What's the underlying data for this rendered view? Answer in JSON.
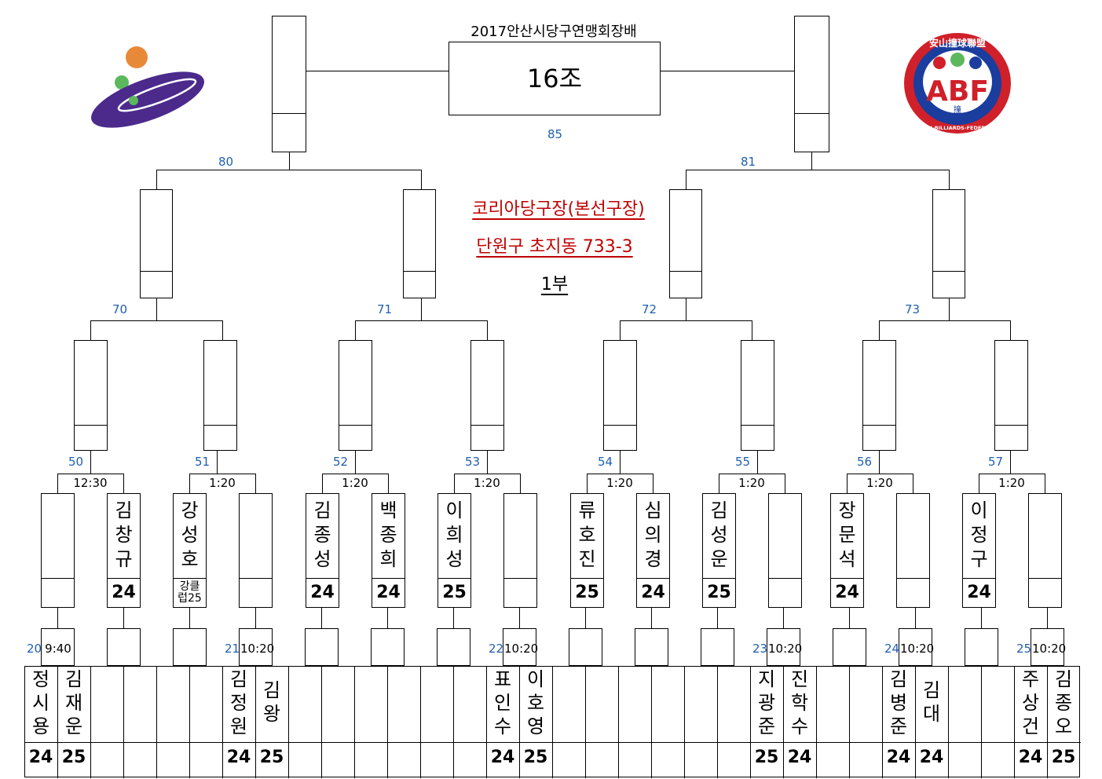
{
  "header": {
    "event_title": "2017안산시당구연맹회장배",
    "group": "16조",
    "venue": "코리아당구장(본선구장)",
    "address": "단원구 초지동 733-3",
    "part": "1부"
  },
  "logos": {
    "left_logo_colors": [
      "#e8893a",
      "#5cb85c",
      "#4b2a8c"
    ],
    "right_logo": {
      "monogram": "ABF",
      "top_text": "安山撞球聯盟",
      "bottom_text": "ANSAN-BILLIARDS-FEDERATION",
      "center_mark": "撞",
      "ring_color": "#d0202a",
      "inner_color": "#1a3d9e"
    }
  },
  "match_numbers": {
    "final": "85",
    "semis": [
      "80",
      "81"
    ],
    "quarters": [
      "70",
      "71",
      "72",
      "73"
    ],
    "round16": [
      "50",
      "51",
      "52",
      "53",
      "54",
      "55",
      "56",
      "57"
    ],
    "round32": [
      "20",
      "21",
      "22",
      "23",
      "24",
      "25"
    ]
  },
  "times": {
    "round16": [
      "12:30",
      "1:20",
      "1:20",
      "1:20",
      "1:20",
      "1:20",
      "1:20",
      "1:20"
    ],
    "round32": [
      "9:40",
      "10:20",
      "10:20",
      "10:20",
      "10:20",
      "10:20"
    ]
  },
  "round16_slots": [
    {
      "name": "",
      "score": ""
    },
    {
      "name": "김\n창\n규",
      "score": "24"
    },
    {
      "name": "강\n성\n호",
      "score": "강클\n럽25"
    },
    {
      "name": "",
      "score": ""
    },
    {
      "name": "김\n종\n성",
      "score": "24"
    },
    {
      "name": "백\n종\n희",
      "score": "24"
    },
    {
      "name": "이\n희\n성",
      "score": "25"
    },
    {
      "name": "",
      "score": ""
    },
    {
      "name": "류\n호\n진",
      "score": "25"
    },
    {
      "name": "심\n의\n경",
      "score": "24"
    },
    {
      "name": "김\n성\n운",
      "score": "25"
    },
    {
      "name": "",
      "score": ""
    },
    {
      "name": "장\n문\n석",
      "score": "24"
    },
    {
      "name": "",
      "score": ""
    },
    {
      "name": "이\n정\n구",
      "score": "24"
    },
    {
      "name": "",
      "score": ""
    }
  ],
  "bottom_row": [
    {
      "name": "정\n시\n용",
      "score": "24"
    },
    {
      "name": "김\n재\n운",
      "score": "25"
    },
    {
      "name": "",
      "score": ""
    },
    {
      "name": "",
      "score": ""
    },
    {
      "name": "",
      "score": ""
    },
    {
      "name": "",
      "score": ""
    },
    {
      "name": "김\n정\n원",
      "score": "24"
    },
    {
      "name": "김\n왕",
      "score": "25"
    },
    {
      "name": "",
      "score": ""
    },
    {
      "name": "",
      "score": ""
    },
    {
      "name": "",
      "score": ""
    },
    {
      "name": "",
      "score": ""
    },
    {
      "name": "",
      "score": ""
    },
    {
      "name": "",
      "score": ""
    },
    {
      "name": "표\n인\n수",
      "score": "24"
    },
    {
      "name": "이\n호\n영",
      "score": "25"
    },
    {
      "name": "",
      "score": ""
    },
    {
      "name": "",
      "score": ""
    },
    {
      "name": "",
      "score": ""
    },
    {
      "name": "",
      "score": ""
    },
    {
      "name": "",
      "score": ""
    },
    {
      "name": "",
      "score": ""
    },
    {
      "name": "지\n광\n준",
      "score": "25"
    },
    {
      "name": "진\n학\n수",
      "score": "24"
    },
    {
      "name": "",
      "score": ""
    },
    {
      "name": "",
      "score": ""
    },
    {
      "name": "김\n병\n준",
      "score": "24"
    },
    {
      "name": "김\n대",
      "score": "24"
    },
    {
      "name": "",
      "score": ""
    },
    {
      "name": "",
      "score": ""
    },
    {
      "name": "주\n상\n건",
      "score": "24"
    },
    {
      "name": "김\n종\n오",
      "score": "25"
    }
  ]
}
